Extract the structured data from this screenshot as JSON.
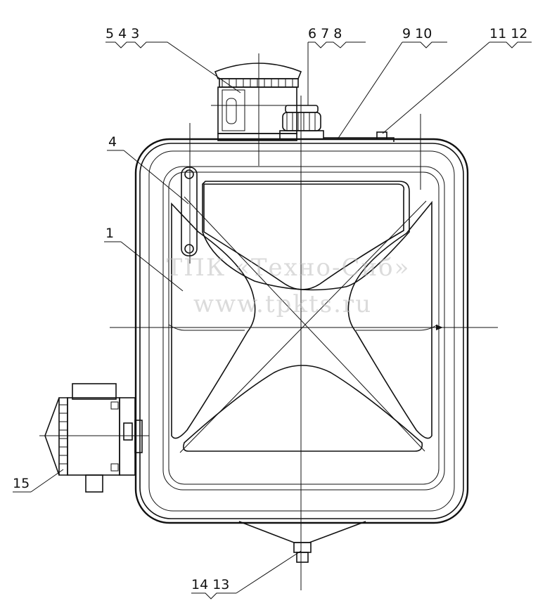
{
  "diagram": {
    "type": "technical-drawing",
    "subject": "tank",
    "callouts": {
      "top_left_group": "5 4 3",
      "top_middle_group": "6 7 8",
      "top_right_group_a": "9 10",
      "top_right_group_b": "11 12",
      "left_upper": "4",
      "left_body": "1",
      "left_valve": "15",
      "bottom_drain": "14 13"
    },
    "watermark": {
      "line1": "ТПК «Техно-Сиб»",
      "line2": "www.tpkts.ru"
    }
  }
}
